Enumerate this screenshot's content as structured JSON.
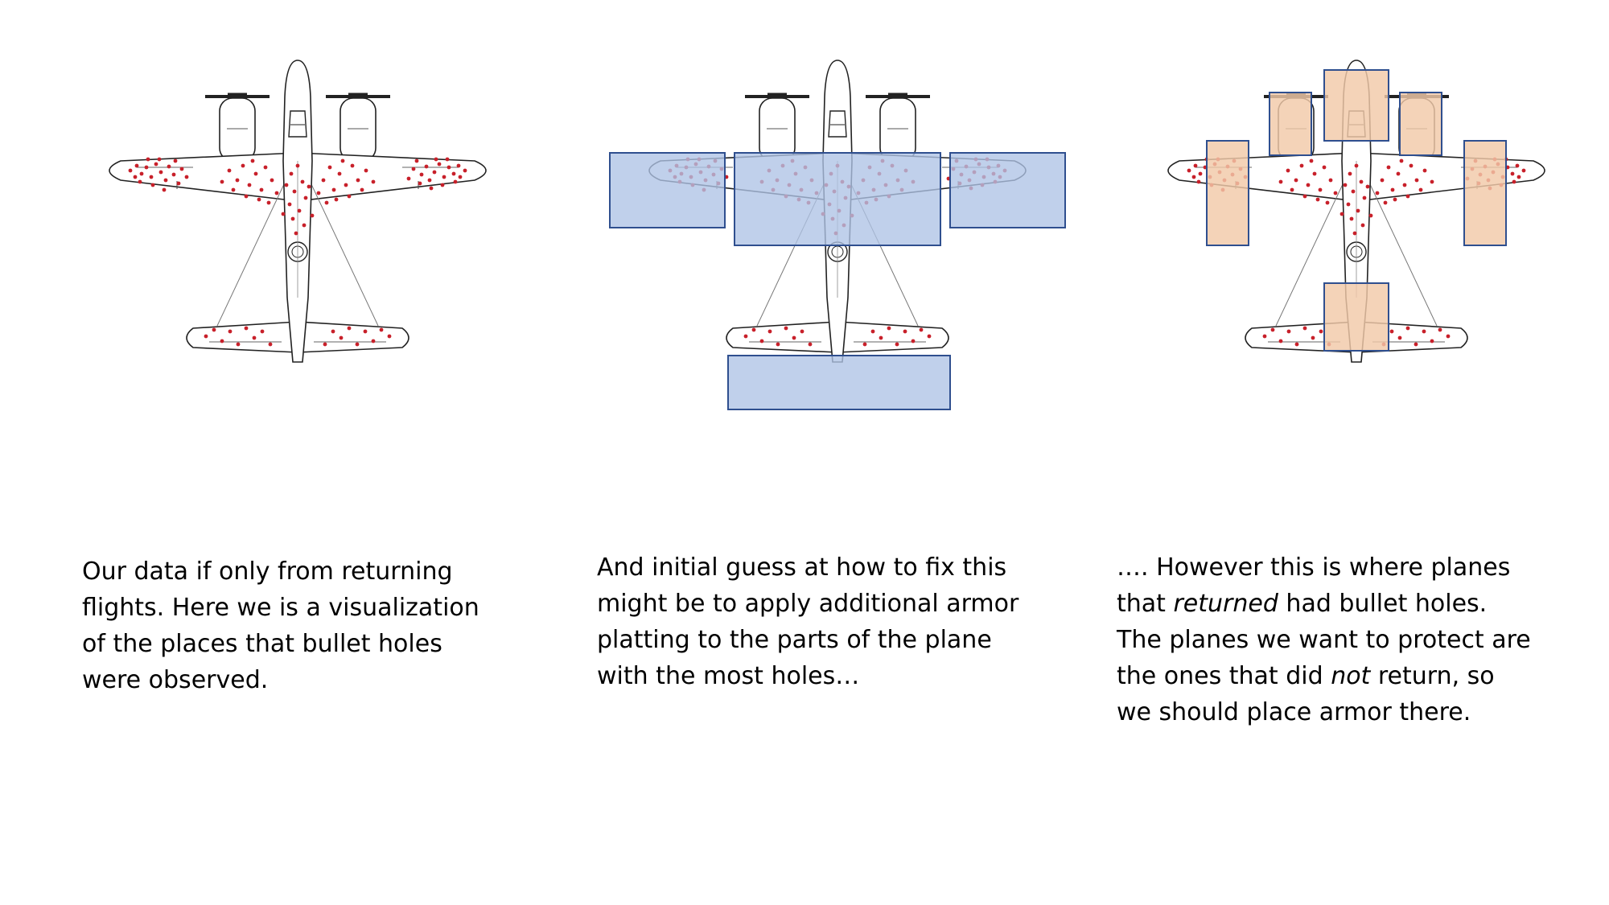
{
  "captions": {
    "first": "Our data if only from returning flights. Here we is a visualization of the places that bullet holes were observed.",
    "second": "And initial guess at how to fix this might be to apply additional armor platting to the parts of the plane with the most holes…",
    "third": {
      "p1": "…. However this is where planes that ",
      "em1": "returned",
      "p2": " had bullet holes. The planes we want to protect are the ones that did ",
      "em2": "not",
      "p3": " return, so we should place armor there."
    }
  },
  "colors": {
    "bullet_hole": "#c8202a",
    "initial_armor_fill": "#aec3e6",
    "initial_armor_stroke": "#2f4f8f",
    "correct_armor_fill": "#f2c9a8",
    "correct_armor_stroke": "#2f4f8f",
    "outline": "#222222"
  },
  "icons": {
    "plane": "plane-outline-icon",
    "bullet": "bullet-hole-icon",
    "armor": "armor-zone-icon"
  }
}
